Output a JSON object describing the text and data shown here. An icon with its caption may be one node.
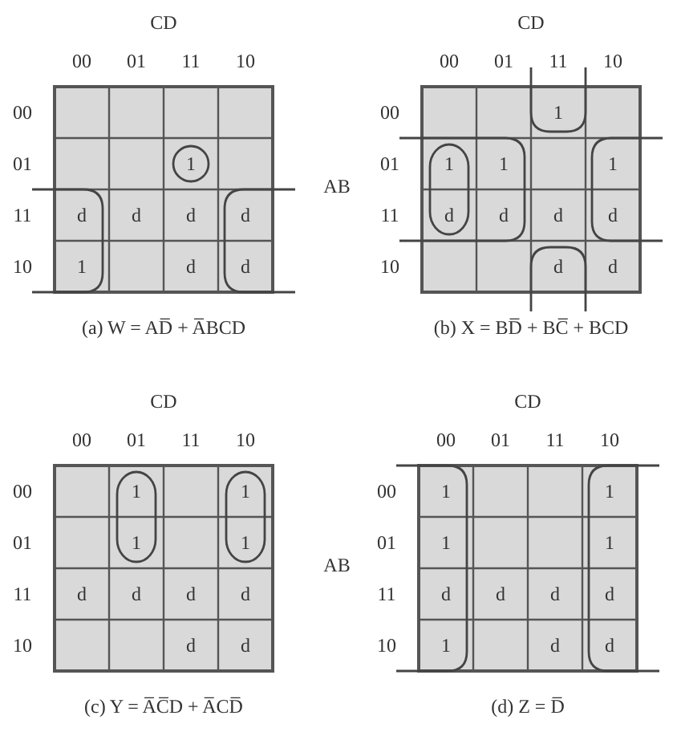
{
  "diagram": {
    "labels": [
      "CD",
      "00",
      "01",
      "11",
      "10",
      "00",
      "01",
      "1",
      "11",
      "d",
      "d",
      "d",
      "d",
      "10",
      "1",
      "d",
      "d",
      "(a) W = AD̅ + A̅BCD",
      "AB",
      "CD",
      "00",
      "01",
      "11",
      "10",
      "00",
      "1",
      "01",
      "1",
      "1",
      "1",
      "11",
      "d",
      "d",
      "d",
      "d",
      "10",
      "d",
      "d",
      "(b) X = BD̅ + BC̅ + BCD",
      "CD",
      "00",
      "01",
      "11",
      "10",
      "00",
      "1",
      "1",
      "01",
      "1",
      "1",
      "11",
      "d",
      "d",
      "d",
      "d",
      "10",
      "d",
      "d",
      "(c) Y = A̅C̅D + A̅CD̅",
      "AB",
      "CD",
      "00",
      "01",
      "11",
      "10",
      "00",
      "1",
      "1",
      "01",
      "1",
      "1",
      "11",
      "d",
      "d",
      "d",
      "d",
      "10",
      "1",
      "d",
      "d",
      "(d) Z = D̅"
    ]
  }
}
